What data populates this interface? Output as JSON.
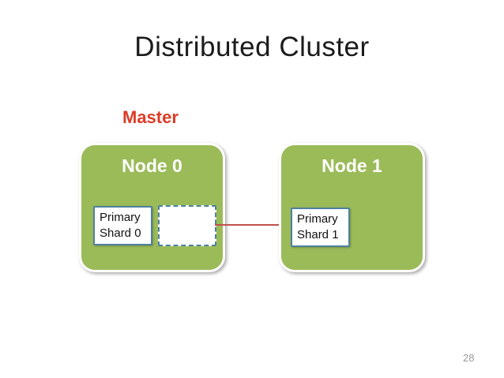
{
  "slide": {
    "title": "Distributed Cluster",
    "page_number": "28"
  },
  "cluster": {
    "master_label": "Master",
    "nodes": [
      {
        "label": "Node 0",
        "shards": [
          {
            "label": "Primary Shard 0"
          }
        ],
        "empty_dashed_slot": true
      },
      {
        "label": "Node 1",
        "shards": [
          {
            "label": "Primary Shard 1"
          }
        ],
        "empty_dashed_slot": false
      }
    ]
  },
  "colors": {
    "node_green": "#9bbb59",
    "shard_border": "#4e81a0",
    "arrow_red": "#c0504d",
    "master_red": "#dd3b26",
    "title_black": "#1b1b1b",
    "page_number_gray": "#999999"
  }
}
